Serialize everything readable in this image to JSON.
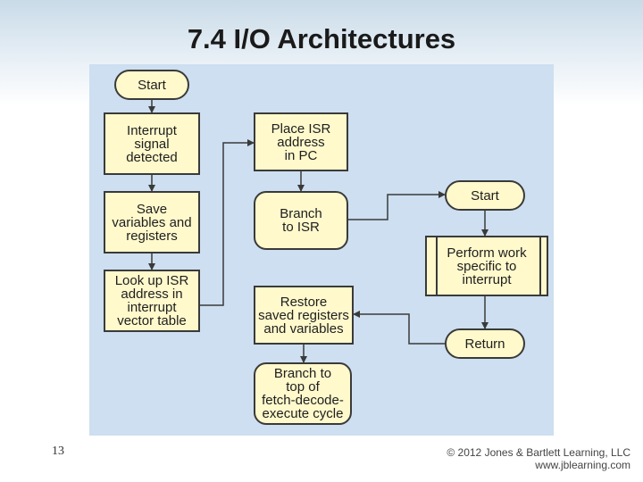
{
  "title": "7.4 I/O Architectures",
  "slide_number": "13",
  "copyright": "© 2012 Jones & Bartlett Learning, LLC",
  "website": "www.jblearning.com",
  "flowchart": {
    "start_main": "Start",
    "interrupt_detected": "Interrupt\nsignal\ndetected",
    "save_variables": "Save\nvariables and\nregisters",
    "lookup_isr": "Look up ISR\naddress in\ninterrupt\nvector table",
    "place_isr": "Place ISR\naddress\nin PC",
    "branch_isr": "Branch\nto ISR",
    "restore_saved": "Restore\nsaved registers\nand variables",
    "branch_top": "Branch to\ntop of\nfetch-decode-\nexecute cycle",
    "start_isr": "Start",
    "perform_work": "Perform work\nspecific to\ninterrupt",
    "return_label": "Return"
  },
  "colors": {
    "panel": "#cddff0",
    "box_fill": "#fff9cc",
    "stroke": "#3a3a3a"
  }
}
